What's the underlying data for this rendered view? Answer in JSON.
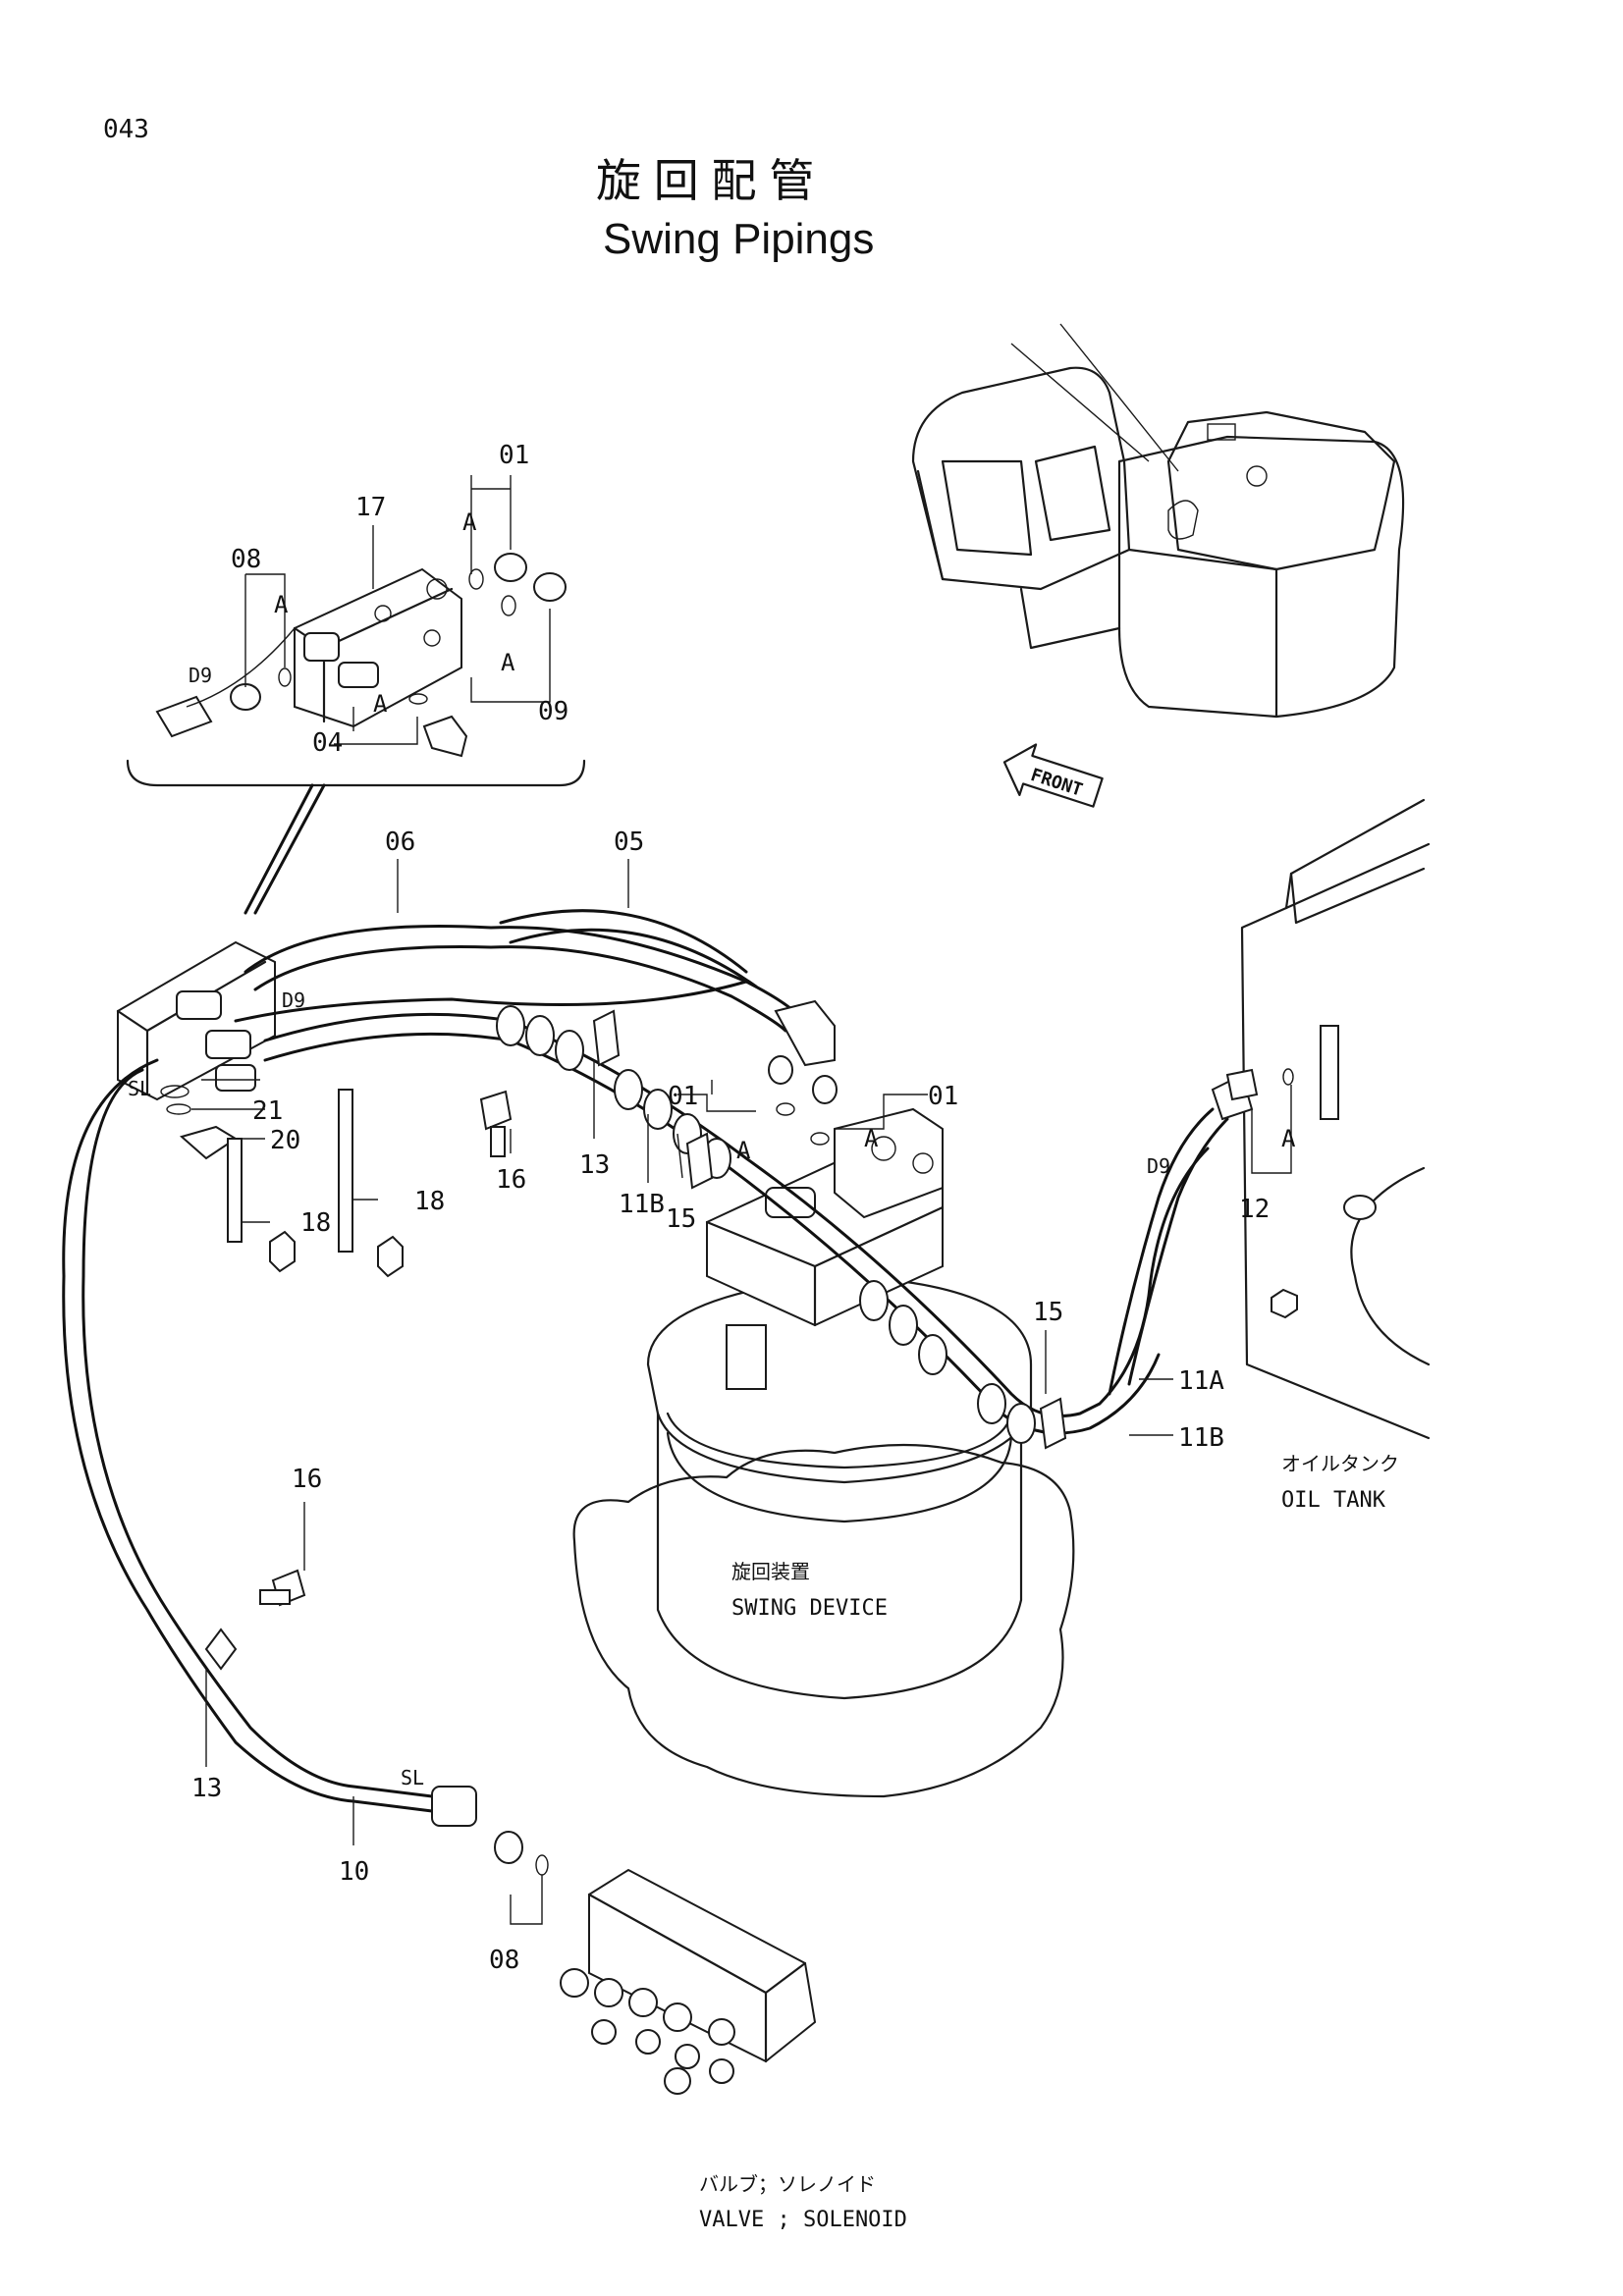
{
  "page_number": "043",
  "title_jp": "旋 回 配 管",
  "title_en": "Swing Pipings",
  "front_arrow": "FRONT",
  "labels": {
    "swing_device_jp": "旋回装置",
    "swing_device_en": "SWING DEVICE",
    "oil_tank_jp": "オイルタンク",
    "oil_tank_en": "OIL TANK",
    "valve_jp": "バルブ；ソレノイド",
    "valve_en": "VALVE ; SOLENOID"
  },
  "callouts": {
    "c01_top": "01",
    "c17": "17",
    "c08_top": "08",
    "cA_1": "A",
    "cA_2": "A",
    "cA_3": "A",
    "cD9_1": "D9",
    "c04": "04",
    "c09": "09",
    "c06": "06",
    "c05": "05",
    "cD9_2": "D9",
    "cSL_1": "SL",
    "c21": "21",
    "c20": "20",
    "c18_a": "18",
    "c18_b": "18",
    "c01_mid_l": "01",
    "c01_mid_r": "01",
    "cA_4": "A",
    "cA_5": "A",
    "c16_a": "16",
    "c13_a": "13",
    "c11B_a": "11B",
    "c15_a": "15",
    "cD9_3": "D9",
    "cA_6": "A",
    "c12": "12",
    "c15_b": "15",
    "c11A": "11A",
    "c11B_b": "11B",
    "c16_b": "16",
    "c13_b": "13",
    "cSL_2": "SL",
    "c10": "10",
    "c08_bot": "08",
    "cA_7": "A"
  }
}
